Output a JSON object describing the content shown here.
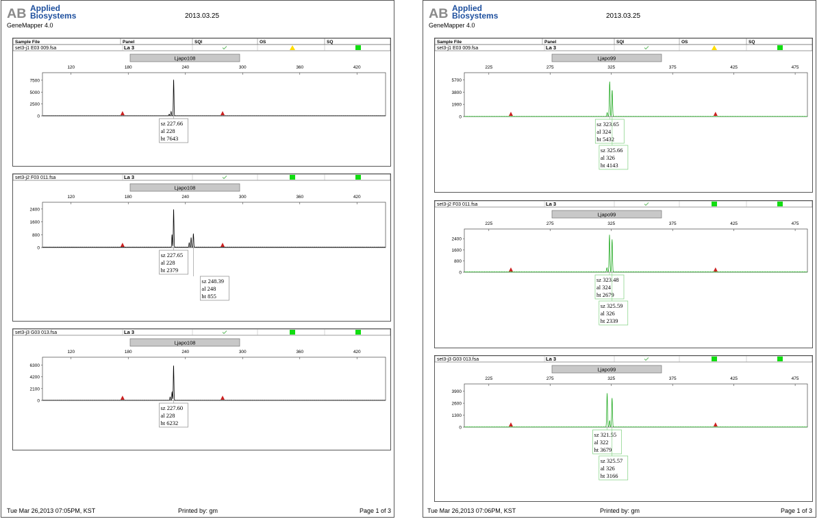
{
  "colors": {
    "left_trace": "#000000",
    "right_trace": "#22aa22",
    "marker": "#cc2222",
    "ok_green": "#11dd11",
    "warn_yellow": "#ffdd00",
    "check": "#66bb66"
  },
  "pages": [
    {
      "company": [
        "Applied",
        "Biosystems"
      ],
      "date": "2013.03.25",
      "app": "GeneMapper  4.0",
      "header_cols": [
        "Sample File",
        "Panel",
        "SQI",
        "OS",
        "SQ"
      ],
      "footer_left": "Tue Mar 26,2013 07:05PM, KST",
      "footer_mid": "Printed by: gm",
      "footer_right": "Page 1 of 3",
      "samples": [
        {
          "file": "set3-j1  E03  009.fsa",
          "panel": "La 3",
          "bin": "Ljapo108",
          "os": "yellow",
          "sq": "green",
          "xticks": [
            "120",
            "180",
            "240",
            "300",
            "360",
            "420"
          ],
          "yticks": [
            "7500",
            "5000",
            "2500",
            "0"
          ],
          "callouts": [
            {
              "sz": "sz 227.66",
              "al": "al 228",
              "ht": "ht 7643"
            }
          ]
        },
        {
          "file": "set3-j2  F03  011.fsa",
          "panel": "La 3",
          "bin": "Ljapo108",
          "os": "green",
          "sq": "green",
          "xticks": [
            "120",
            "180",
            "240",
            "300",
            "360",
            "420"
          ],
          "yticks": [
            "2400",
            "1600",
            "800",
            "0"
          ],
          "callouts": [
            {
              "sz": "sz 227.65",
              "al": "al 228",
              "ht": "ht 2379"
            },
            {
              "sz": "sz 248.39",
              "al": "al 248",
              "ht": "ht 855"
            }
          ]
        },
        {
          "file": "set3-j3  G03  013.fsa",
          "panel": "La 3",
          "bin": "Ljapo108",
          "os": "green",
          "sq": "green",
          "xticks": [
            "120",
            "180",
            "240",
            "300",
            "360",
            "420"
          ],
          "yticks": [
            "6300",
            "4200",
            "2100",
            "0"
          ],
          "callouts": [
            {
              "sz": "sz 227.60",
              "al": "al 228",
              "ht": "ht 6232"
            }
          ]
        }
      ]
    },
    {
      "company": [
        "Applied",
        "Biosystems"
      ],
      "date": "2013.03.25",
      "app": "GeneMapper  4.0",
      "header_cols": [
        "Sample File",
        "Panel",
        "SQI",
        "OS",
        "SQ"
      ],
      "footer_left": "Tue Mar 26,2013 07:06PM, KST",
      "footer_mid": "Printed by: gm",
      "footer_right": "Page 1 of 3",
      "samples": [
        {
          "file": "set3-j1  E03  009.fsa",
          "panel": "La 3",
          "bin": "Ljapo99",
          "os": "yellow",
          "sq": "green",
          "xticks": [
            "225",
            "275",
            "325",
            "375",
            "425",
            "475"
          ],
          "yticks": [
            "5700",
            "3800",
            "1900",
            "0"
          ],
          "callouts": [
            {
              "sz": "sz 323.65",
              "al": "al 324",
              "ht": "ht 5432"
            },
            {
              "sz": "sz 325.66",
              "al": "al 326",
              "ht": "ht 4143"
            }
          ]
        },
        {
          "file": "set3-j2  F03  011.fsa",
          "panel": "La 3",
          "bin": "Ljapo99",
          "os": "green",
          "sq": "green",
          "xticks": [
            "225",
            "275",
            "325",
            "375",
            "425",
            "475"
          ],
          "yticks": [
            "2400",
            "1600",
            "800",
            "0"
          ],
          "callouts": [
            {
              "sz": "sz 323.48",
              "al": "al 324",
              "ht": "ht 2679"
            },
            {
              "sz": "sz 325.59",
              "al": "al 326",
              "ht": "ht 2339"
            }
          ]
        },
        {
          "file": "set3-j3  G03  013.fsa",
          "panel": "La 3",
          "bin": "Ljapo99",
          "os": "green",
          "sq": "green",
          "xticks": [
            "225",
            "275",
            "325",
            "375",
            "425",
            "475"
          ],
          "yticks": [
            "3900",
            "2600",
            "1300",
            "0"
          ],
          "callouts": [
            {
              "sz": "sz 321.55",
              "al": "al 322",
              "ht": "ht 3679"
            },
            {
              "sz": "sz 325.57",
              "al": "al 326",
              "ht": "ht 3166"
            }
          ]
        }
      ]
    }
  ],
  "chart_data": [
    {
      "type": "line",
      "title": "set3-j1  E03  009.fsa",
      "x_range": [
        90,
        450
      ],
      "xticks": [
        120,
        180,
        240,
        300,
        360,
        420
      ],
      "ylim": [
        0,
        8500
      ],
      "yticks": [
        0,
        2500,
        5000,
        7500
      ],
      "series": [
        {
          "name": "Ljapo108",
          "peaks": [
            {
              "size": 223,
              "height": 350
            },
            {
              "size": 225,
              "height": 900
            },
            {
              "size": 227.66,
              "height": 7643
            }
          ]
        }
      ],
      "markers": [
        {
          "size": 174
        },
        {
          "size": 279
        }
      ]
    },
    {
      "type": "line",
      "title": "set3-j2  F03  011.fsa",
      "x_range": [
        90,
        450
      ],
      "xticks": [
        120,
        180,
        240,
        300,
        360,
        420
      ],
      "ylim": [
        0,
        2650
      ],
      "yticks": [
        0,
        800,
        1600,
        2400
      ],
      "series": [
        {
          "name": "Ljapo108",
          "peaks": [
            {
              "size": 226,
              "height": 800
            },
            {
              "size": 227.65,
              "height": 2379
            },
            {
              "size": 244,
              "height": 280
            },
            {
              "size": 246,
              "height": 600
            },
            {
              "size": 248.39,
              "height": 855
            }
          ]
        }
      ],
      "markers": [
        {
          "size": 174
        },
        {
          "size": 279
        }
      ]
    },
    {
      "type": "line",
      "title": "set3-j3  G03  013.fsa",
      "x_range": [
        90,
        450
      ],
      "xticks": [
        120,
        180,
        240,
        300,
        360,
        420
      ],
      "ylim": [
        0,
        7200
      ],
      "yticks": [
        0,
        2100,
        4200,
        6300
      ],
      "series": [
        {
          "name": "Ljapo108",
          "peaks": [
            {
              "size": 224,
              "height": 600
            },
            {
              "size": 226,
              "height": 1500
            },
            {
              "size": 227.6,
              "height": 6232
            }
          ]
        }
      ],
      "markers": [
        {
          "size": 174
        },
        {
          "size": 279
        }
      ]
    },
    {
      "type": "line",
      "title": "set3-j1  E03  009.fsa",
      "x_range": [
        205,
        485
      ],
      "xticks": [
        225,
        275,
        325,
        375,
        425,
        475
      ],
      "ylim": [
        0,
        6400
      ],
      "yticks": [
        0,
        1900,
        3800,
        5700
      ],
      "series": [
        {
          "name": "Ljapo99",
          "peaks": [
            {
              "size": 321.6,
              "height": 600
            },
            {
              "size": 323.65,
              "height": 5432
            },
            {
              "size": 325.66,
              "height": 4143
            }
          ]
        }
      ],
      "markers": [
        {
          "size": 243
        },
        {
          "size": 410
        }
      ]
    },
    {
      "type": "line",
      "title": "set3-j2  F03  011.fsa",
      "x_range": [
        205,
        485
      ],
      "xticks": [
        225,
        275,
        325,
        375,
        425,
        475
      ],
      "ylim": [
        0,
        2900
      ],
      "yticks": [
        0,
        800,
        1600,
        2400
      ],
      "series": [
        {
          "name": "Ljapo99",
          "peaks": [
            {
              "size": 321.4,
              "height": 300
            },
            {
              "size": 323.48,
              "height": 2679
            },
            {
              "size": 325.59,
              "height": 2339
            }
          ]
        }
      ],
      "markers": [
        {
          "size": 243
        },
        {
          "size": 410
        }
      ]
    },
    {
      "type": "line",
      "title": "set3-j3  G03  013.fsa",
      "x_range": [
        205,
        485
      ],
      "xticks": [
        225,
        275,
        325,
        375,
        425,
        475
      ],
      "ylim": [
        0,
        4400
      ],
      "yticks": [
        0,
        1300,
        2600,
        3900
      ],
      "series": [
        {
          "name": "Ljapo99",
          "peaks": [
            {
              "size": 321.55,
              "height": 3679
            },
            {
              "size": 323.6,
              "height": 700
            },
            {
              "size": 325.57,
              "height": 3166
            }
          ]
        }
      ],
      "markers": [
        {
          "size": 243
        },
        {
          "size": 410
        }
      ]
    }
  ]
}
